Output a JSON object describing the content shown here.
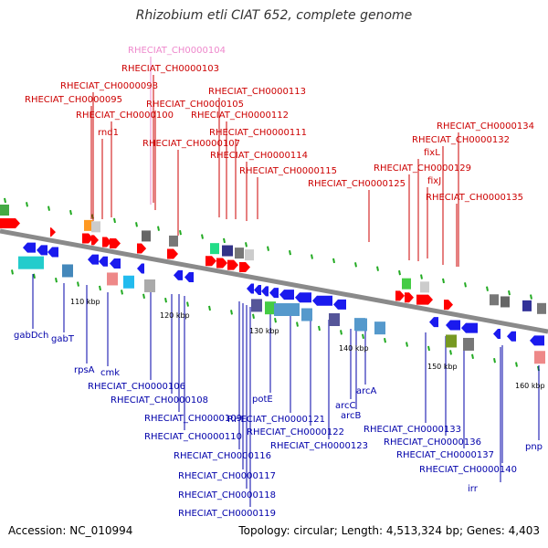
{
  "title": "Rhizobium etli CIAT 652, complete genome",
  "footer": {
    "accession": "Accession: NC_010994",
    "topology": "Topology: circular; Length: 4,513,324 bp; Genes: 4,403"
  },
  "colors": {
    "forward_label": "#cc0000",
    "reverse_label": "#0000aa",
    "highlight_label": "#ee88cc",
    "forward_gene": "#ff0000",
    "reverse_gene": "#1a1aee",
    "backbone": "#888888",
    "tick_mark": "#22aa22"
  },
  "ticks": [
    "110 kbp",
    "120 kbp",
    "130 kbp",
    "140 kbp",
    "150 kbp",
    "160 kbp"
  ],
  "top_labels": [
    "RHECIAT_CH0000104",
    "RHECIAT_CH0000103",
    "RHECIAT_CH0000098",
    "RHECIAT_CH0000095",
    "RHECIAT_CH0000105",
    "RHECIAT_CH0000100",
    "RHECIAT_CH0000113",
    "RHECIAT_CH0000112",
    "rnd1",
    "RHECIAT_CH0000111",
    "RHECIAT_CH0000107",
    "RHECIAT_CH0000114",
    "RHECIAT_CH0000115",
    "RHECIAT_CH0000125",
    "RHECIAT_CH0000134",
    "RHECIAT_CH0000132",
    "fixL",
    "RHECIAT_CH0000129",
    "fixJ",
    "RHECIAT_CH0000135"
  ],
  "bottom_labels": [
    "gabDch",
    "gabT",
    "rpsA",
    "cmk",
    "RHECIAT_CH0000106",
    "RHECIAT_CH0000108",
    "RHECIAT_CH0000109",
    "RHECIAT_CH0000110",
    "RHECIAT_CH0000116",
    "RHECIAT_CH0000117",
    "RHECIAT_CH0000118",
    "RHECIAT_CH0000119",
    "potE",
    "RHECIAT_CH0000121",
    "RHECIAT_CH0000122",
    "RHECIAT_CH0000123",
    "arcC",
    "arcB",
    "arcA",
    "RHECIAT_CH0000133",
    "RHECIAT_CH0000136",
    "RHECIAT_CH0000137",
    "RHECIAT_CH0000140",
    "irr",
    "pnp"
  ]
}
